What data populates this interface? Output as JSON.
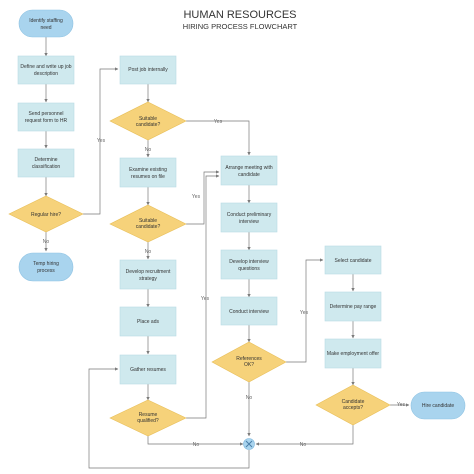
{
  "header": {
    "title": "HUMAN RESOURCES",
    "subtitle": "HIRING PROCESS FLOWCHART"
  },
  "colors": {
    "process": "#cfe9ee",
    "decision": "#f6d27a",
    "terminal": "#a9d4ee",
    "connector": "#7a7a7a"
  },
  "nodes": {
    "identify_staffing_need": [
      "Identify staffing",
      "need"
    ],
    "define_job_description": [
      "Define and write up job",
      "description"
    ],
    "send_personnel_request": [
      "Send personnel",
      "request form to HR"
    ],
    "determine_classification": [
      "Determine",
      "classification"
    ],
    "regular_hire": [
      "Regular hire?"
    ],
    "temp_hiring_process": [
      "Temp hiring",
      "process"
    ],
    "post_job_internally": [
      "Post job internally"
    ],
    "suitable_candidate_1": [
      "Suitable",
      "candidate?"
    ],
    "examine_resumes": [
      "Examine existing",
      "resumes on file"
    ],
    "suitable_candidate_2": [
      "Suitable",
      "candidate?"
    ],
    "develop_recruitment_strategy": [
      "Develop recruitment",
      "strategy"
    ],
    "place_ads": [
      "Place ads"
    ],
    "gather_resumes": [
      "Gather resumes"
    ],
    "resume_qualified": [
      "Resume",
      "qualified?"
    ],
    "arrange_meeting": [
      "Arrange meeting with",
      "candidate"
    ],
    "conduct_preliminary_interview": [
      "Conduct preliminary",
      "interview"
    ],
    "develop_interview_questions": [
      "Develop interview",
      "questions"
    ],
    "conduct_interview": [
      "Conduct interview"
    ],
    "references_ok": [
      "References",
      "OK?"
    ],
    "select_candidate": [
      "Select candidate"
    ],
    "determine_pay_range": [
      "Determine pay range"
    ],
    "make_employment_offer": [
      "Make employment offer"
    ],
    "candidate_accepts": [
      "Candidate",
      "accepts?"
    ],
    "hire_candidate": [
      "Hire candidate"
    ]
  },
  "edge_labels": {
    "yes": "Yes",
    "no": "No"
  }
}
